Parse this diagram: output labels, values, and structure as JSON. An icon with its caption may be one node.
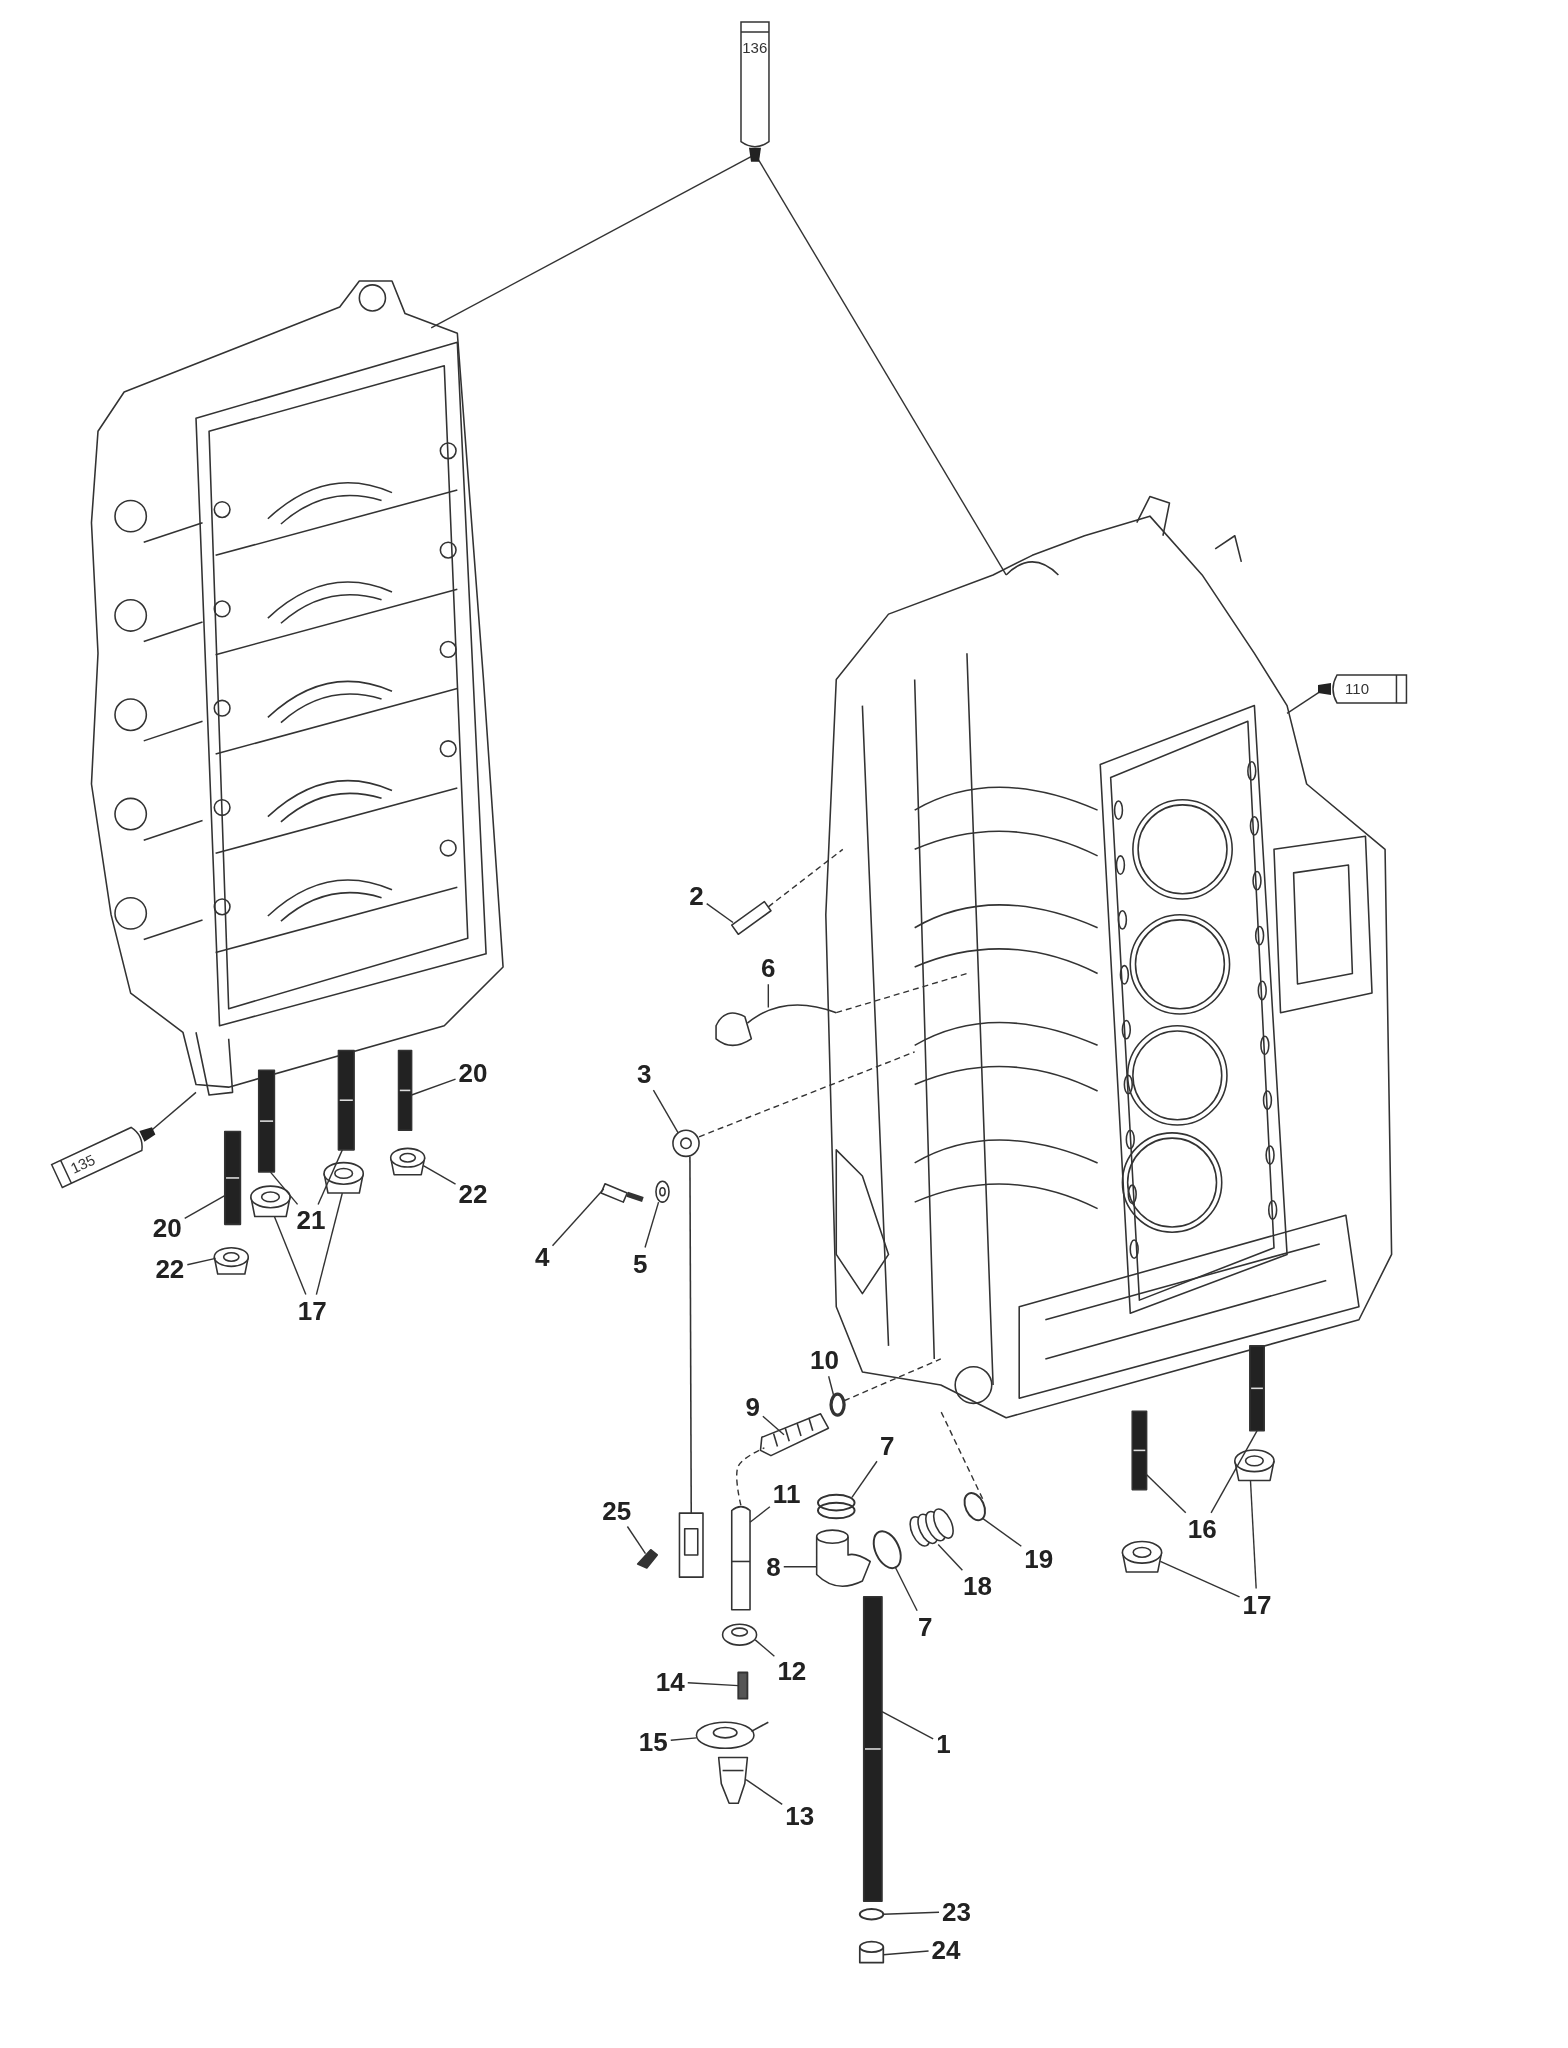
{
  "diagram": {
    "nodes": [
      {
        "text": [
          "136"
        ]
      },
      {
        "text": [
          "110"
        ]
      },
      {
        "text": [
          "2"
        ]
      },
      {
        "text": [
          "6"
        ]
      },
      {
        "text": [
          "3"
        ]
      },
      {
        "text": [
          "20"
        ]
      },
      {
        "text": [
          "135"
        ]
      },
      {
        "text": [
          "22"
        ]
      },
      {
        "text": [
          "21"
        ]
      },
      {
        "text": [
          "20"
        ]
      },
      {
        "text": [
          "4"
        ]
      },
      {
        "text": [
          "5"
        ]
      },
      {
        "text": [
          "22"
        ]
      },
      {
        "text": [
          "17"
        ]
      },
      {
        "text": [
          "10"
        ]
      },
      {
        "text": [
          "9"
        ]
      },
      {
        "text": [
          "7"
        ]
      },
      {
        "text": [
          "11"
        ]
      },
      {
        "text": [
          "25"
        ]
      },
      {
        "text": [
          "19"
        ]
      },
      {
        "text": [
          "16"
        ]
      },
      {
        "text": [
          "8"
        ]
      },
      {
        "text": [
          "18"
        ]
      },
      {
        "text": [
          "17"
        ]
      },
      {
        "text": [
          "7"
        ]
      },
      {
        "text": [
          "12"
        ]
      },
      {
        "text": [
          "14"
        ]
      },
      {
        "text": [
          "15"
        ]
      },
      {
        "text": [
          "1"
        ]
      },
      {
        "text": [
          "13"
        ]
      },
      {
        "text": [
          "23"
        ]
      },
      {
        "text": [
          "24"
        ]
      },
      {
        "text": [],
        "shape": "picture"
      },
      {
        "text": [],
        "shape": "picture"
      },
      {
        "text": [],
        "shape": "picture"
      },
      {
        "text": [],
        "shape": "picture"
      },
      {
        "text": [],
        "shape": "picture"
      },
      {
        "text": [],
        "shape": "picture"
      },
      {
        "text": [],
        "shape": "picture"
      },
      {
        "text": [],
        "shape": "picture"
      },
      {
        "text": [],
        "shape": "picture"
      },
      {
        "text": [],
        "shape": "picture"
      },
      {
        "text": [],
        "shape": "picture"
      },
      {
        "text": [],
        "shape": "picture"
      },
      {
        "text": [],
        "shape": "picture"
      },
      {
        "text": [],
        "shape": "picture"
      },
      {
        "text": [],
        "shape": "picture"
      },
      {
        "text": [],
        "shape": "circle"
      },
      {
        "text": [],
        "shape": "picture"
      },
      {
        "text": [],
        "shape": "circle"
      },
      {
        "text": [],
        "shape": "picture"
      },
      {
        "text": [],
        "shape": "picture"
      },
      {
        "text": [],
        "shape": "circle"
      },
      {
        "text": [],
        "shape": "picture"
      },
      {
        "text": [],
        "shape": "picture"
      },
      {
        "text": [],
        "shape": "picture"
      },
      {
        "text": [],
        "shape": "picture"
      },
      {
        "text": [],
        "shape": "picture"
      },
      {
        "text": [],
        "shape": "picture"
      },
      {
        "text": [],
        "shape": "circle"
      },
      {
        "text": [],
        "shape": "picture"
      },
      {
        "text": [],
        "shape": "bar"
      },
      {
        "text": [],
        "shape": "picture"
      },
      {
        "text": [],
        "shape": "picture"
      },
      {
        "text": [],
        "shape": "picture"
      },
      {
        "text": [],
        "shape": "circle"
      },
      {
        "text": [],
        "shape": "cylinder"
      }
    ],
    "edges": [
      {
        "from": 0,
        "to": 32,
        "arrow": "none"
      },
      {
        "from": 0,
        "to": 33,
        "arrow": "none"
      },
      {
        "from": 1,
        "to": 33,
        "arrow": "none"
      },
      {
        "from": 2,
        "to": 34,
        "arrow": "none"
      },
      {
        "from": 3,
        "to": 35,
        "arrow": "none"
      },
      {
        "from": 4,
        "to": 36,
        "arrow": "none"
      },
      {
        "from": 5,
        "to": 37,
        "arrow": "none"
      },
      {
        "from": 6,
        "to": 32,
        "arrow": "none"
      },
      {
        "from": 7,
        "to": 38,
        "arrow": "none"
      },
      {
        "from": 8,
        "to": 39,
        "arrow": "none"
      },
      {
        "from": 8,
        "to": 40,
        "arrow": "none"
      },
      {
        "from": 9,
        "to": 41,
        "arrow": "none"
      },
      {
        "from": 10,
        "to": 42,
        "arrow": "none"
      },
      {
        "from": 11,
        "to": 43,
        "arrow": "none"
      },
      {
        "from": 12,
        "to": 44,
        "arrow": "none"
      },
      {
        "from": 13,
        "to": 45,
        "arrow": "none"
      },
      {
        "from": 13,
        "to": 46,
        "arrow": "none"
      },
      {
        "from": 14,
        "to": 47,
        "arrow": "none"
      },
      {
        "from": 15,
        "to": 48,
        "arrow": "none"
      },
      {
        "from": 16,
        "to": 49,
        "arrow": "none"
      },
      {
        "from": 17,
        "to": 50,
        "arrow": "none"
      },
      {
        "from": 18,
        "to": 51,
        "arrow": "none"
      },
      {
        "from": 19,
        "to": 52,
        "arrow": "none"
      },
      {
        "from": 20,
        "to": 53,
        "arrow": "none"
      },
      {
        "from": 20,
        "to": 54,
        "arrow": "none"
      },
      {
        "from": 21,
        "to": 55,
        "arrow": "none"
      },
      {
        "from": 22,
        "to": 56,
        "arrow": "none"
      },
      {
        "from": 23,
        "to": 57,
        "arrow": "none"
      },
      {
        "from": 23,
        "to": 58,
        "arrow": "none"
      },
      {
        "from": 24,
        "to": 59,
        "arrow": "none"
      },
      {
        "from": 25,
        "to": 60,
        "arrow": "none"
      },
      {
        "from": 26,
        "to": 61,
        "arrow": "none"
      },
      {
        "from": 27,
        "to": 62,
        "arrow": "none"
      },
      {
        "from": 28,
        "to": 63,
        "arrow": "none"
      },
      {
        "from": 29,
        "to": 64,
        "arrow": "none"
      },
      {
        "from": 30,
        "to": 65,
        "arrow": "none"
      },
      {
        "from": 31,
        "to": 66,
        "arrow": "none"
      },
      {
        "from": 34,
        "to": 33,
        "arrow": "none",
        "style": "dashed"
      },
      {
        "from": 35,
        "to": 33,
        "arrow": "none",
        "style": "dashed"
      },
      {
        "from": 36,
        "to": 33,
        "arrow": "none",
        "style": "dashed"
      },
      {
        "from": 47,
        "to": 33,
        "arrow": "none",
        "style": "dashed"
      },
      {
        "from": 52,
        "to": 33,
        "arrow": "none",
        "style": "dashed"
      },
      {
        "from": 50,
        "to": 48,
        "arrow": "none",
        "style": "dashed"
      }
    ]
  }
}
